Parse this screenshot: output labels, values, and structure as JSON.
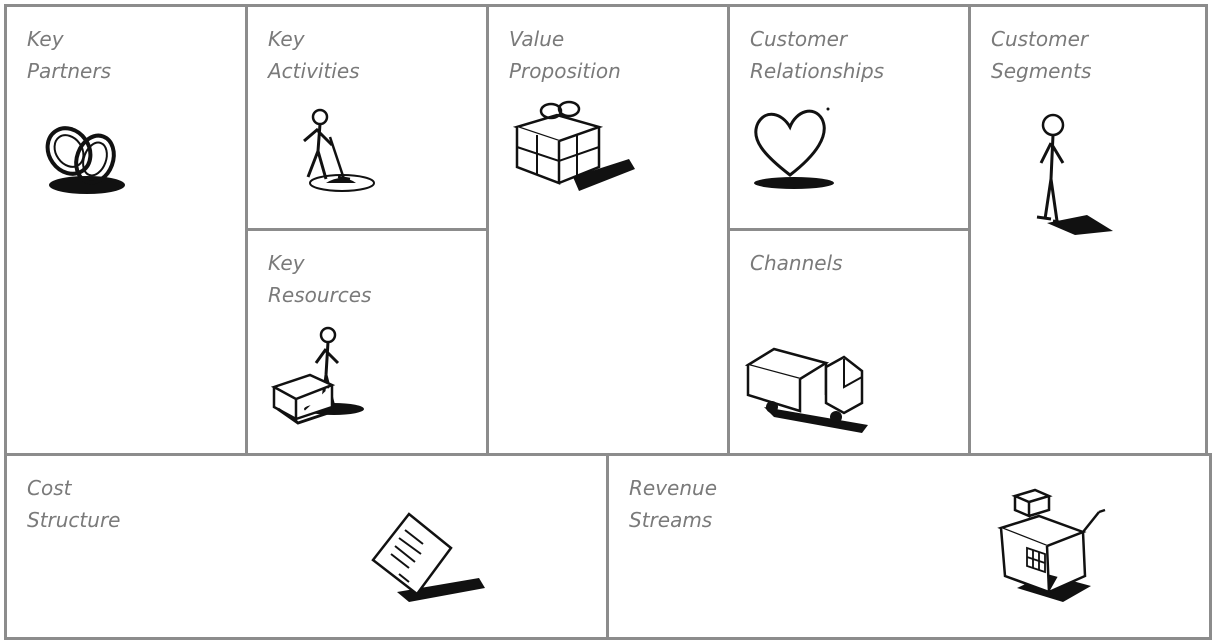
{
  "canvas": {
    "blocks": {
      "key_partners": {
        "label": "Key\nPartners",
        "icon": "rings-icon"
      },
      "key_activities": {
        "label": "Key\nActivities",
        "icon": "digging-person-icon"
      },
      "key_resources": {
        "label": "Key\nResources",
        "icon": "person-with-box-icon"
      },
      "value_proposition": {
        "label": "Value\nProposition",
        "icon": "gift-box-icon"
      },
      "customer_relationships": {
        "label": "Customer\nRelationships",
        "icon": "heart-icon"
      },
      "channels": {
        "label": "Channels",
        "icon": "truck-icon"
      },
      "customer_segments": {
        "label": "Customer\nSegments",
        "icon": "standing-person-icon"
      },
      "cost_structure": {
        "label": "Cost\nStructure",
        "icon": "receipt-icon"
      },
      "revenue_streams": {
        "label": "Revenue\nStreams",
        "icon": "cash-register-icon"
      }
    },
    "colors": {
      "border": "#8c8c8c",
      "label": "#7a7a7a",
      "ink": "#111111"
    }
  }
}
